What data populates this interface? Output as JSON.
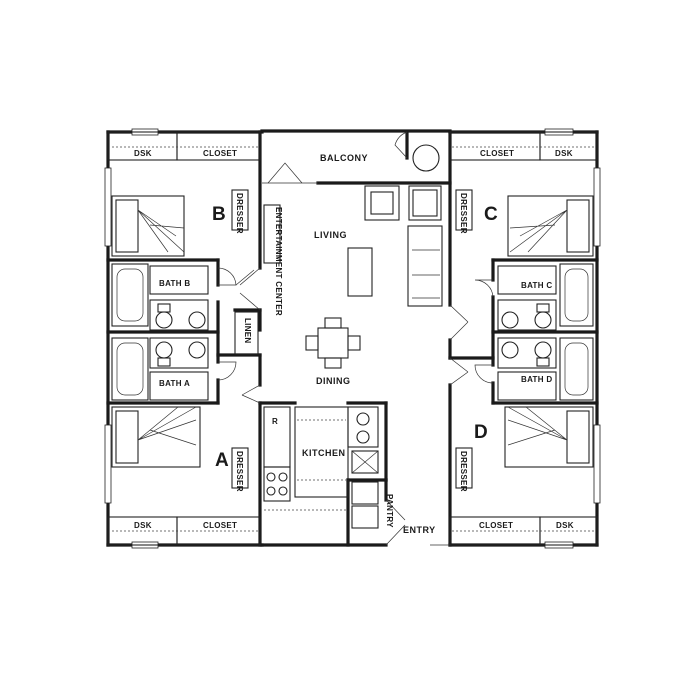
{
  "plan": {
    "rooms": {
      "balcony": "BALCONY",
      "living": "LIVING",
      "dining": "DINING",
      "kitchen": "KITCHEN",
      "entry": "ENTRY",
      "bath_b": "BATH B",
      "bath_a": "BATH A",
      "bath_c": "BATH C",
      "bath_d": "BATH D",
      "entertainment": "ENTERTAINMENT CENTER"
    },
    "bedroom_letters": {
      "a": "A",
      "b": "B",
      "c": "C",
      "d": "D"
    },
    "closets": {
      "b_top_small": "DSK",
      "b_top": "CLOSET",
      "c_top": "CLOSET",
      "c_top_small": "DSK",
      "a_bottom_small": "DSK",
      "a_bottom": "CLOSET",
      "d_bottom": "CLOSET",
      "d_bottom_small": "DSK",
      "linen": "LINEN",
      "pantry": "PANTRY",
      "refrigerator": "R"
    },
    "dressers": {
      "b": "DRESSER",
      "a": "DRESSER",
      "c": "DRESSER",
      "d": "DRESSER"
    }
  }
}
